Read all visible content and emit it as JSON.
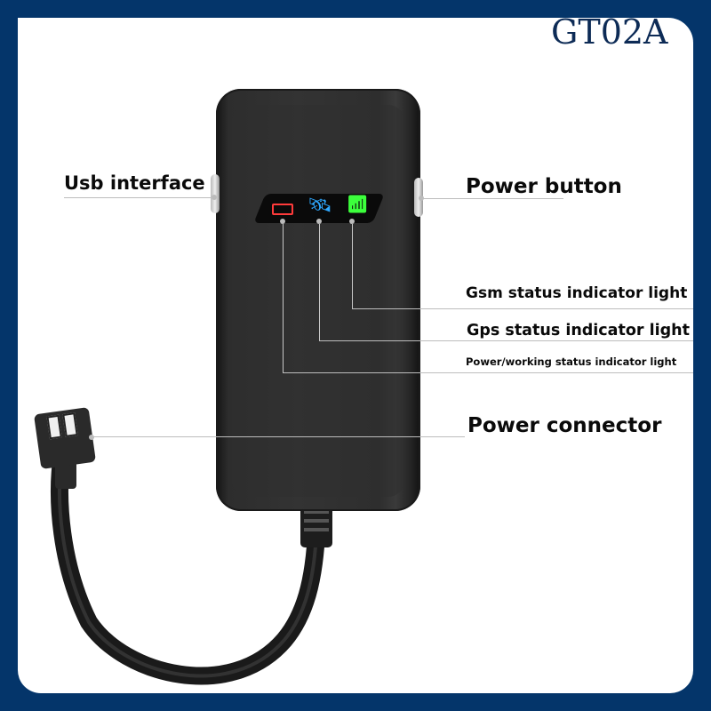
{
  "title": "GT02A",
  "colors": {
    "border": "#04356a",
    "title": "#0d2b56",
    "panel": "#ffffff",
    "device": "#2e2e2e",
    "led_power": "#ff3b3b",
    "led_gps": "#2ea8ff",
    "led_gsm": "#3cff3c"
  },
  "device": {
    "led_icons": [
      "battery-icon",
      "satellite-icon",
      "signal-antenna-icon"
    ]
  },
  "labels": {
    "usb_interface": "Usb interface",
    "power_button": "Power button",
    "gsm_light": "Gsm status indicator light",
    "gps_light": "Gps status indicator light",
    "power_light": "Power/working status indicator light",
    "power_connector": "Power connector"
  }
}
